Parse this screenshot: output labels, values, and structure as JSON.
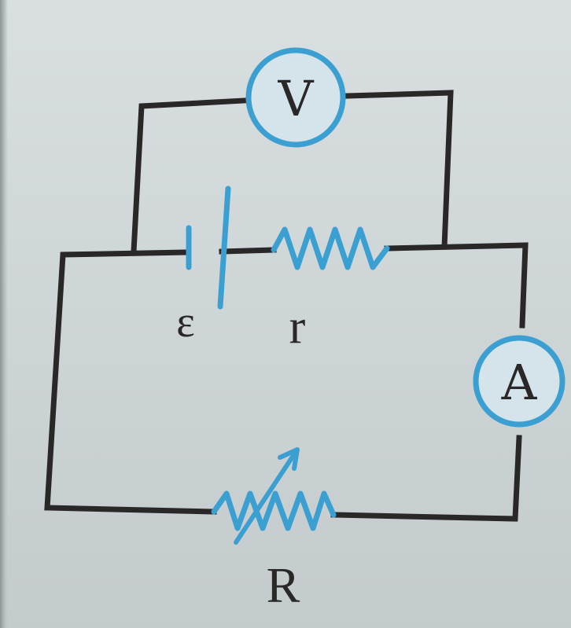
{
  "voltmeter": {
    "symbol": "V"
  },
  "ammeter": {
    "symbol": "A"
  },
  "battery": {
    "label": "ε"
  },
  "internal_resistor": {
    "label": "r"
  },
  "variable_resistor": {
    "label": "R"
  },
  "colors": {
    "wire": "#2a2728",
    "component": "#3b9fd1",
    "paper": "#cfd6d8"
  }
}
